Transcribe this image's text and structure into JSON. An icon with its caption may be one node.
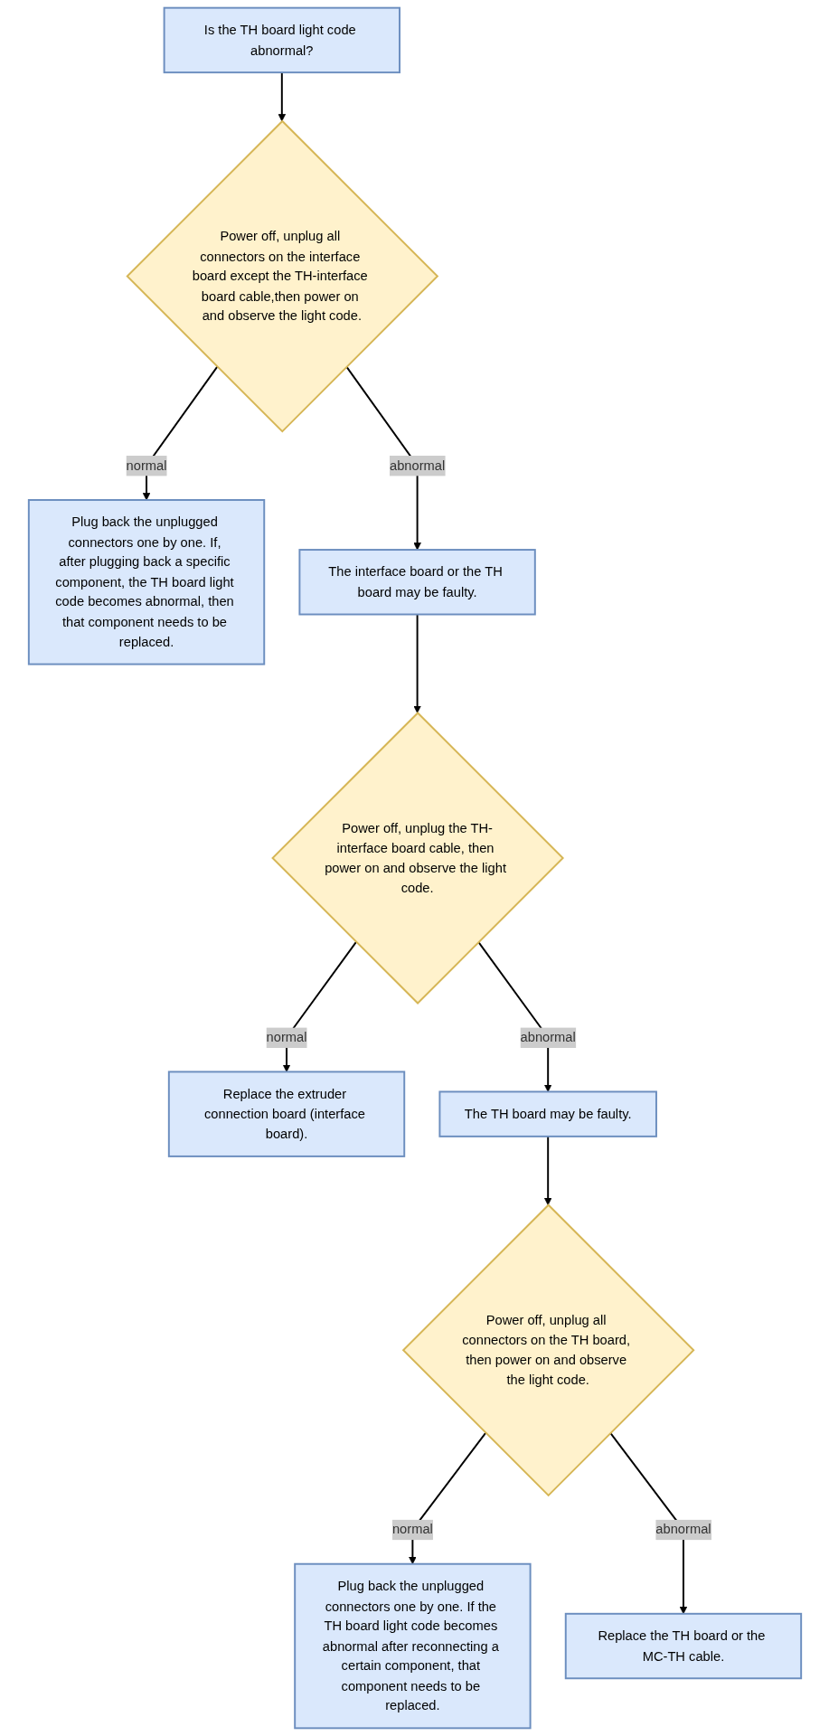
{
  "diagram": {
    "nodes": [
      {
        "text": [
          "Is the TH board light code abnormal?"
        ]
      },
      {
        "text": [
          "Power off, unplug all connectors on the interface board except the TH-interface board cable,then power on and observe the light code."
        ]
      },
      {
        "text": [
          "Plug back the unplugged connectors one by one. If, after plugging back a specific component, the TH board light code becomes abnormal, then that component needs to be replaced."
        ]
      },
      {
        "text": [
          "The interface board or the TH board may be faulty."
        ]
      },
      {
        "text": [
          "Power off, unplug the TH-interface board cable, then power on and observe the light code."
        ]
      },
      {
        "text": [
          "Replace the extruder connection board (interface board)."
        ]
      },
      {
        "text": [
          "The TH board may be faulty."
        ]
      },
      {
        "text": [
          "Power off, unplug all connectors on the TH board, then power on and observe the light code."
        ]
      },
      {
        "text": [
          "Plug back the unplugged connectors one by one. If the TH board light code becomes abnormal after reconnecting a certain component, that component needs to be replaced."
        ]
      },
      {
        "text": [
          "Replace the TH board or the MC-TH cable."
        ]
      }
    ],
    "edges": [
      {
        "from": 0,
        "to": 1,
        "arrow": "to"
      },
      {
        "from": 1,
        "to": 2,
        "arrow": "to",
        "label": "normal"
      },
      {
        "from": 1,
        "to": 3,
        "arrow": "to",
        "label": "abnormal"
      },
      {
        "from": 3,
        "to": 4,
        "arrow": "to"
      },
      {
        "from": 4,
        "to": 5,
        "arrow": "to",
        "label": "normal"
      },
      {
        "from": 4,
        "to": 6,
        "arrow": "to",
        "label": "abnormal"
      },
      {
        "from": 6,
        "to": 7,
        "arrow": "to"
      },
      {
        "from": 7,
        "to": 8,
        "arrow": "to",
        "label": "normal"
      },
      {
        "from": 7,
        "to": 9,
        "arrow": "to",
        "label": "abnormal"
      }
    ]
  }
}
